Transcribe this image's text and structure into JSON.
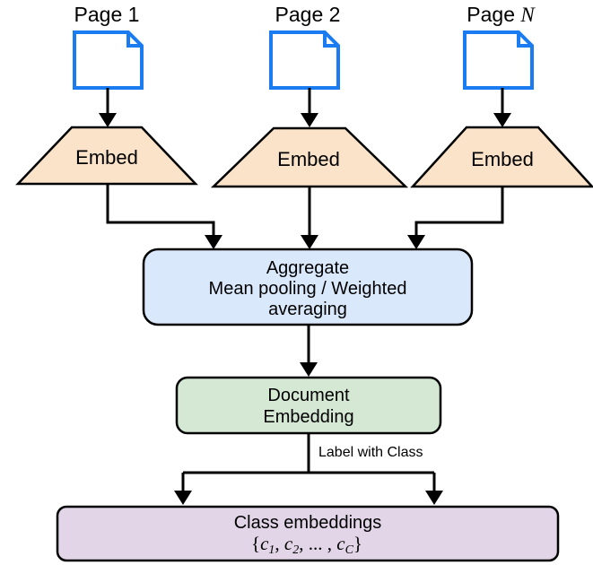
{
  "pages": [
    {
      "label": "Page 1",
      "italic": ""
    },
    {
      "label": "Page 2",
      "italic": ""
    },
    {
      "label": "Page ",
      "italic": "N"
    }
  ],
  "embed_label": "Embed",
  "aggregate": {
    "line1": "Aggregate",
    "line2": "Mean pooling / Weighted",
    "line3": "averaging"
  },
  "document_embedding": {
    "line1": "Document",
    "line2": "Embedding"
  },
  "edge_label": "Label with Class",
  "class_embeddings": {
    "title": "Class embeddings",
    "set": "{c1, c2, ... , cC}"
  },
  "colors": {
    "page_icon": "#1a7cf0",
    "embed_fill": "#fbe3c9",
    "aggregate_fill": "#dae8fc",
    "document_fill": "#d5e8d4",
    "class_fill": "#e1d5e7",
    "stroke": "#000000"
  }
}
